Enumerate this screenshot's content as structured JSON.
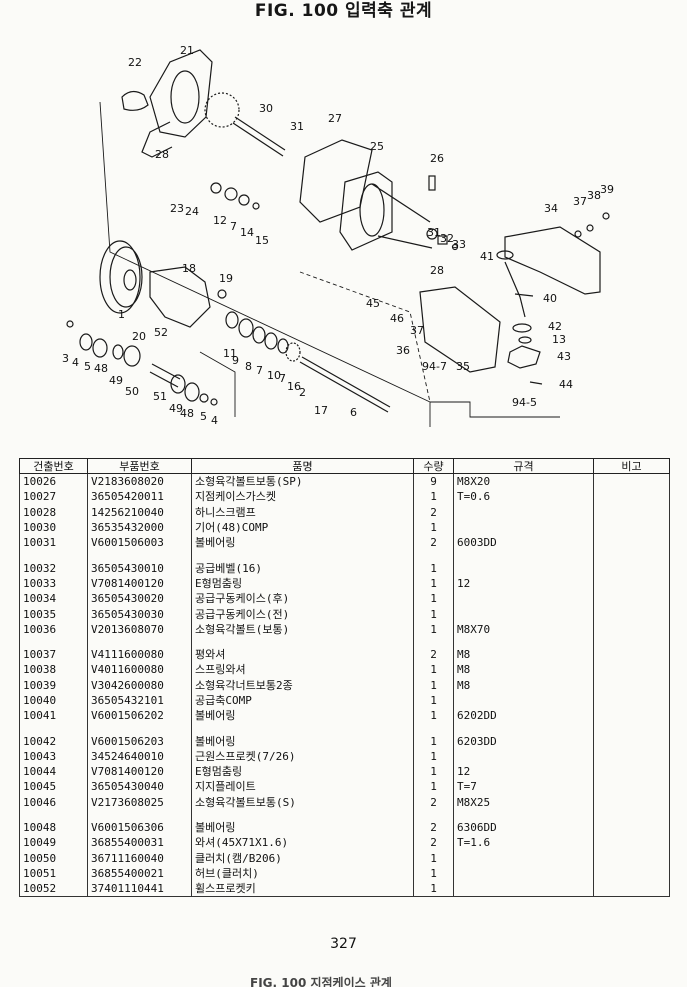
{
  "title": "FIG. 100 입력축 관계",
  "diagram": {
    "callouts": [
      "22",
      "21",
      "30",
      "31",
      "27",
      "25",
      "26",
      "28",
      "23",
      "24",
      "12",
      "7",
      "14",
      "15",
      "31",
      "32",
      "33",
      "34",
      "37",
      "38",
      "39",
      "41",
      "40",
      "18",
      "19",
      "1",
      "20",
      "52",
      "28",
      "45",
      "46",
      "37",
      "36",
      "42",
      "13",
      "43",
      "44",
      "94-7",
      "35",
      "94-5",
      "3",
      "4",
      "5",
      "48",
      "49",
      "50",
      "51",
      "49",
      "48",
      "5",
      "4",
      "11",
      "9",
      "8",
      "7",
      "10",
      "7",
      "16",
      "2",
      "17",
      "6"
    ]
  },
  "table": {
    "headers": [
      "건출번호",
      "부품번호",
      "품명",
      "수량",
      "규격",
      "비고"
    ],
    "rows": [
      {
        "ref": "10026",
        "part": "V2183608020",
        "name": "소형육각볼트보통(SP)",
        "qty": "9",
        "spec": "M8X20",
        "note": ""
      },
      {
        "ref": "10027",
        "part": "36505420011",
        "name": "지점케이스가스켓",
        "qty": "1",
        "spec": "T=0.6",
        "note": ""
      },
      {
        "ref": "10028",
        "part": "14256210040",
        "name": "하니스크램프",
        "qty": "2",
        "spec": "",
        "note": ""
      },
      {
        "ref": "10030",
        "part": "36535432000",
        "name": "기어(48)COMP",
        "qty": "1",
        "spec": "",
        "note": ""
      },
      {
        "ref": "10031",
        "part": "V6001506003",
        "name": "볼베어링",
        "qty": "2",
        "spec": "6003DD",
        "note": ""
      },
      {
        "ref": "",
        "part": "",
        "name": "",
        "qty": "",
        "spec": "",
        "note": ""
      },
      {
        "ref": "10032",
        "part": "36505430010",
        "name": "공급베벨(16)",
        "qty": "1",
        "spec": "",
        "note": ""
      },
      {
        "ref": "10033",
        "part": "V7081400120",
        "name": "E형멈춤링",
        "qty": "1",
        "spec": "12",
        "note": ""
      },
      {
        "ref": "10034",
        "part": "36505430020",
        "name": "공급구동케이스(후)",
        "qty": "1",
        "spec": "",
        "note": ""
      },
      {
        "ref": "10035",
        "part": "36505430030",
        "name": "공급구동케이스(전)",
        "qty": "1",
        "spec": "",
        "note": ""
      },
      {
        "ref": "10036",
        "part": "V2013608070",
        "name": "소형육각볼트(보통)",
        "qty": "1",
        "spec": "M8X70",
        "note": ""
      },
      {
        "ref": "",
        "part": "",
        "name": "",
        "qty": "",
        "spec": "",
        "note": ""
      },
      {
        "ref": "10037",
        "part": "V4111600080",
        "name": "평와셔",
        "qty": "2",
        "spec": "M8",
        "note": ""
      },
      {
        "ref": "10038",
        "part": "V4011600080",
        "name": "스프링와셔",
        "qty": "1",
        "spec": "M8",
        "note": ""
      },
      {
        "ref": "10039",
        "part": "V3042600080",
        "name": "소형육각너트보통2종",
        "qty": "1",
        "spec": "M8",
        "note": ""
      },
      {
        "ref": "10040",
        "part": "36505432101",
        "name": "공급축COMP",
        "qty": "1",
        "spec": "",
        "note": ""
      },
      {
        "ref": "10041",
        "part": "V6001506202",
        "name": "볼베어링",
        "qty": "1",
        "spec": "6202DD",
        "note": ""
      },
      {
        "ref": "",
        "part": "",
        "name": "",
        "qty": "",
        "spec": "",
        "note": ""
      },
      {
        "ref": "10042",
        "part": "V6001506203",
        "name": "볼베어링",
        "qty": "1",
        "spec": "6203DD",
        "note": ""
      },
      {
        "ref": "10043",
        "part": "34524640010",
        "name": "근원스프로켓(7/26)",
        "qty": "1",
        "spec": "",
        "note": ""
      },
      {
        "ref": "10044",
        "part": "V7081400120",
        "name": "E형멈춤링",
        "qty": "1",
        "spec": "12",
        "note": ""
      },
      {
        "ref": "10045",
        "part": "36505430040",
        "name": "지지플레이트",
        "qty": "1",
        "spec": "T=7",
        "note": ""
      },
      {
        "ref": "10046",
        "part": "V2173608025",
        "name": "소형육각볼트보통(S)",
        "qty": "2",
        "spec": "M8X25",
        "note": ""
      },
      {
        "ref": "",
        "part": "",
        "name": "",
        "qty": "",
        "spec": "",
        "note": ""
      },
      {
        "ref": "10048",
        "part": "V6001506306",
        "name": "볼베어링",
        "qty": "2",
        "spec": "6306DD",
        "note": ""
      },
      {
        "ref": "10049",
        "part": "36855400031",
        "name": "와셔(45X71X1.6)",
        "qty": "2",
        "spec": "T=1.6",
        "note": ""
      },
      {
        "ref": "10050",
        "part": "36711160040",
        "name": "클러치(캠/B206)",
        "qty": "1",
        "spec": "",
        "note": ""
      },
      {
        "ref": "10051",
        "part": "36855400021",
        "name": "허브(클러치)",
        "qty": "1",
        "spec": "",
        "note": ""
      },
      {
        "ref": "10052",
        "part": "37401110441",
        "name": "휠스프로켓키",
        "qty": "1",
        "spec": "",
        "note": ""
      }
    ]
  },
  "page_number": "327",
  "footer_fragment": "FIG. 100 지점케이스 관계"
}
